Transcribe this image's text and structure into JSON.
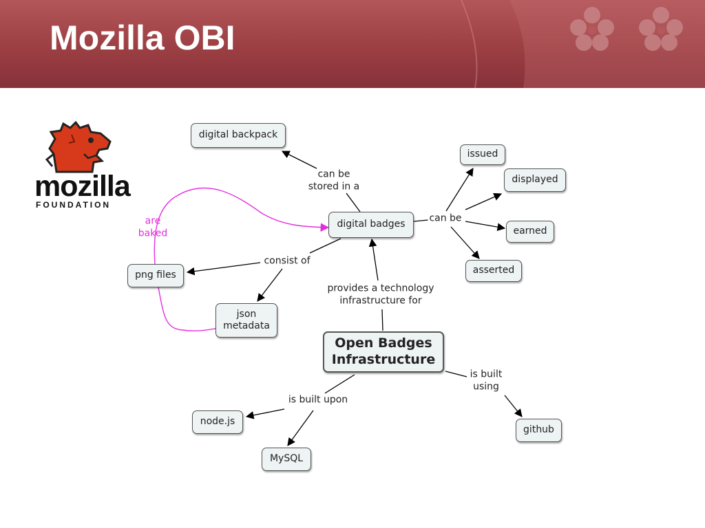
{
  "slide": {
    "title": "Mozilla OBI"
  },
  "logo": {
    "word": "mozilla",
    "sub": "FOUNDATION"
  },
  "colors": {
    "header": "#9c3f43",
    "node_fill": "#eef3f3",
    "baked_link": "#e32ee0"
  },
  "diagram": {
    "nodes": {
      "digital_backpack": "digital backpack",
      "digital_badges": "digital badges",
      "issued": "issued",
      "displayed": "displayed",
      "earned": "earned",
      "asserted": "asserted",
      "png_files": "png files",
      "json_metadata": "json\nmetadata",
      "obi": "Open Badges\nInfrastructure",
      "nodejs": "node.js",
      "mysql": "MySQL",
      "github": "github"
    },
    "links": {
      "can_be_stored": "can be\nstored in a",
      "can_be": "can be",
      "consist_of": "consist of",
      "are_baked": "are\nbaked",
      "provides": "provides a technology\ninfrastructure for",
      "built_upon": "is built upon",
      "built_using": "is built\nusing"
    }
  }
}
